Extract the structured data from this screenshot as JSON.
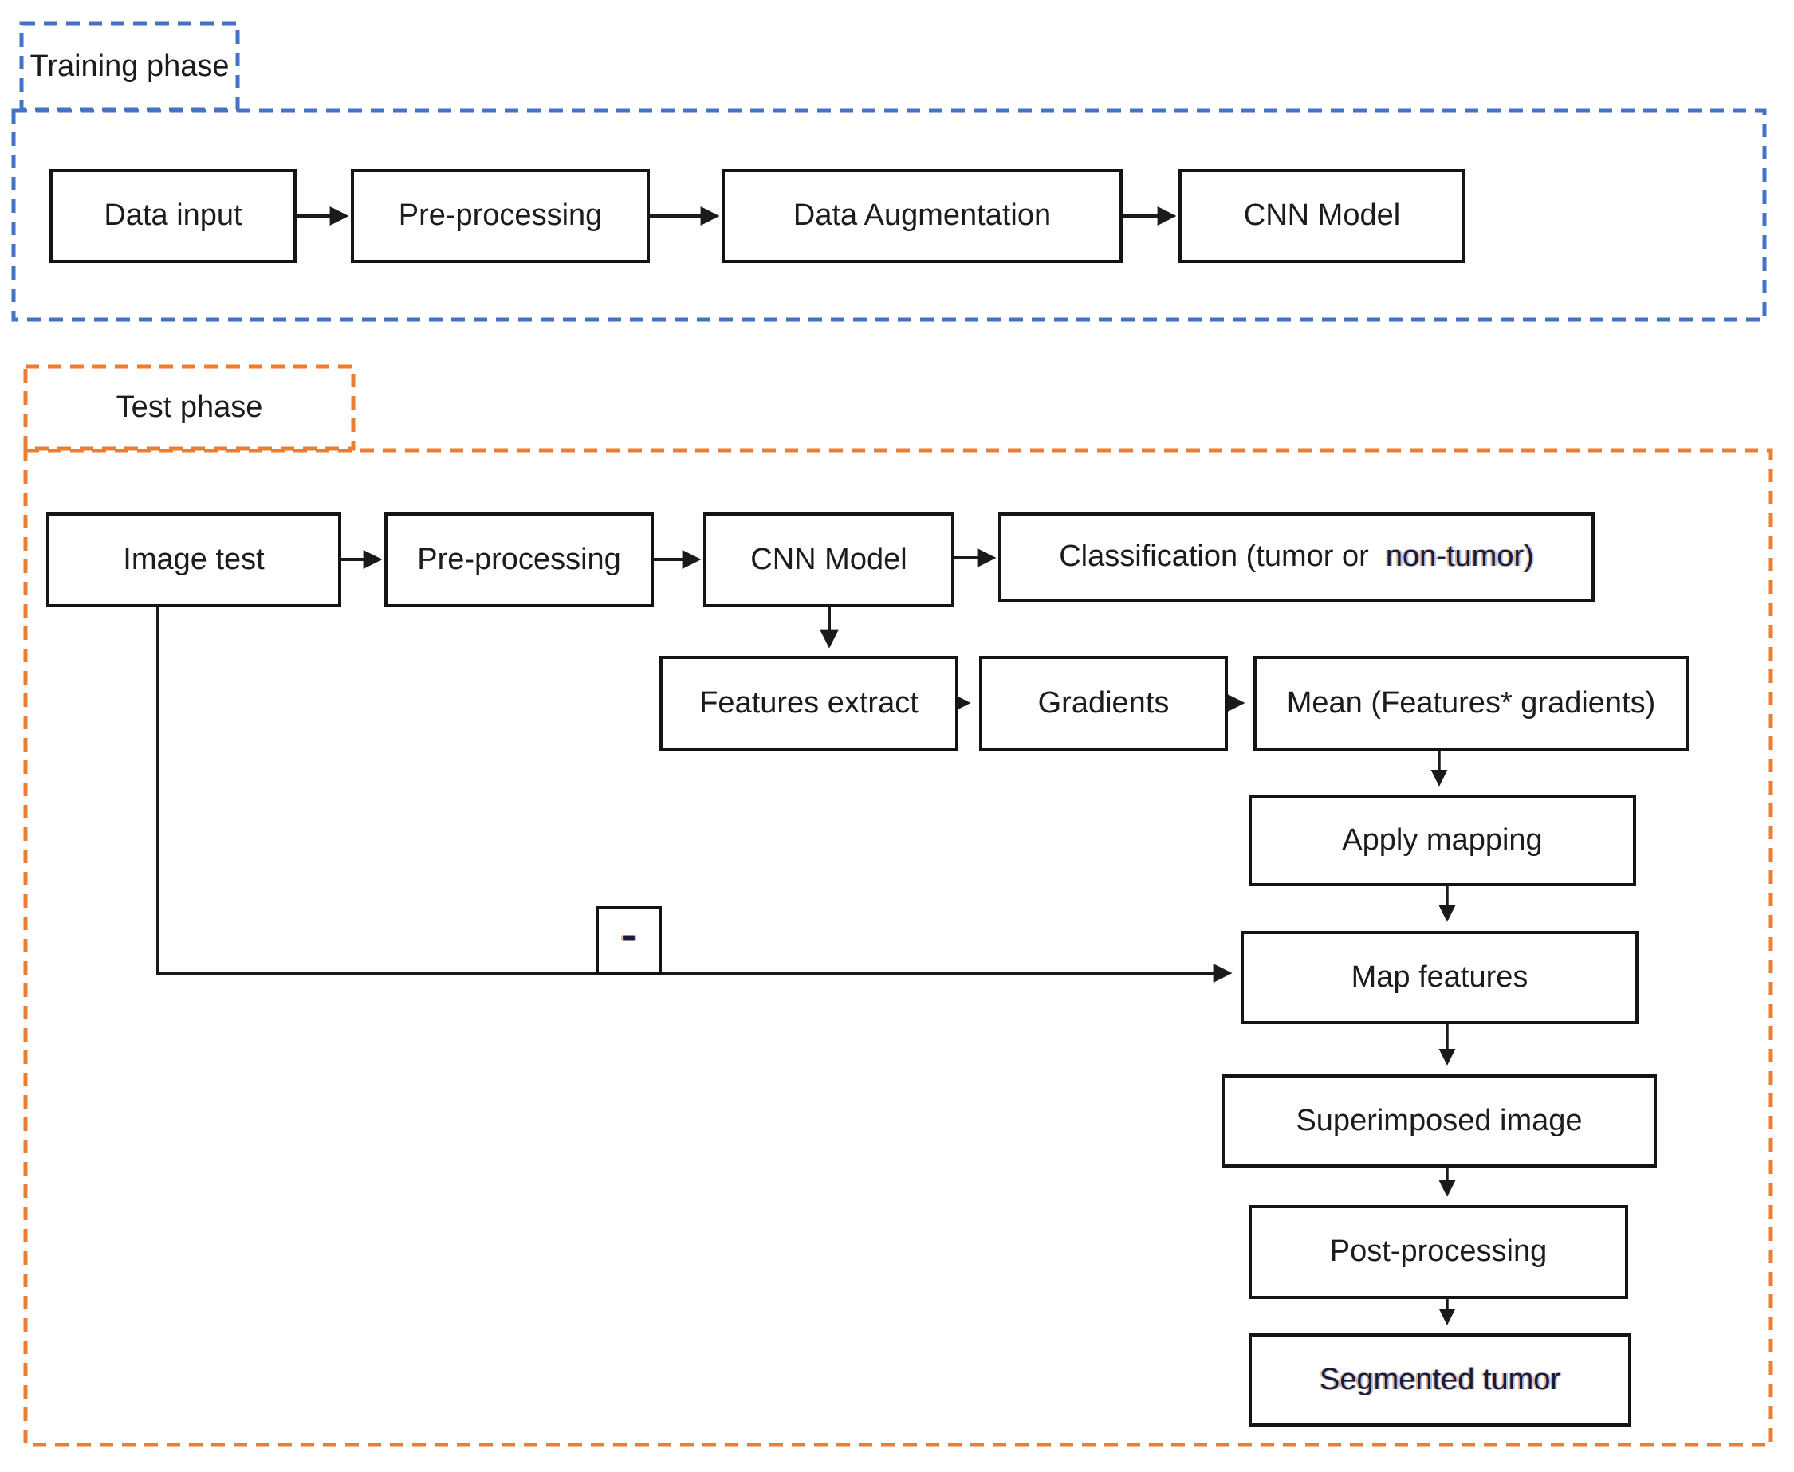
{
  "diagram_title": "CNN tumor classification and segmentation flowchart",
  "colors": {
    "training_outline": "#4472c4",
    "test_outline": "#ed7d31",
    "node_border": "#141414",
    "arrow": "#1a1a1a",
    "text": "#1c1c1c",
    "fringed_text_core": "#1b1b38"
  },
  "training": {
    "label": "Training phase",
    "nodes": [
      {
        "id": "data-input",
        "label": "Data input"
      },
      {
        "id": "pre-processing",
        "label": "Pre-processing"
      },
      {
        "id": "data-augmentation",
        "label": "Data Augmentation"
      },
      {
        "id": "cnn-model",
        "label": "CNN Model"
      }
    ]
  },
  "test": {
    "label": "Test phase",
    "nodes": [
      {
        "id": "image-test",
        "label": "Image test"
      },
      {
        "id": "pre-processing",
        "label": "Pre-processing"
      },
      {
        "id": "cnn-model",
        "label": "CNN Model"
      },
      {
        "id": "classification",
        "label_main": "Classification (tumor or ",
        "label_highlight": " non-tumor)"
      },
      {
        "id": "features-extract",
        "label": "Features extract"
      },
      {
        "id": "gradients",
        "label": "Gradients"
      },
      {
        "id": "mean-features-gradients",
        "label": "Mean (Features* gradients)"
      },
      {
        "id": "apply-mapping",
        "label": "Apply mapping"
      },
      {
        "id": "map-features",
        "label": "Map features"
      },
      {
        "id": "superimposed-image",
        "label": "Superimposed image"
      },
      {
        "id": "post-processing",
        "label": "Post-processing"
      },
      {
        "id": "segmented-tumor",
        "label": "Segmented tumor"
      },
      {
        "id": "minus-operator",
        "label": "-"
      }
    ]
  }
}
